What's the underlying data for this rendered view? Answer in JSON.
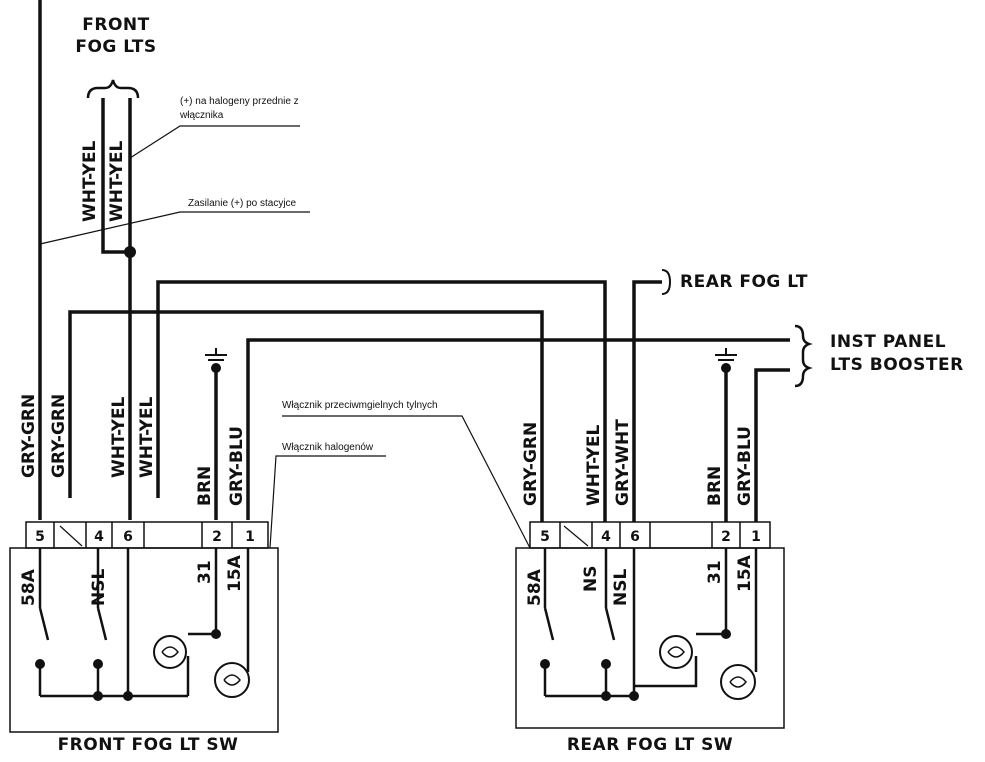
{
  "labels": {
    "front_fog_line1": "FRONT",
    "front_fog_line2": "FOG LTS",
    "rear_fog_lt": "REAR FOG LT",
    "inst_panel_line1": "INST PANEL",
    "inst_panel_line2": "LTS BOOSTER",
    "front_sw": "FRONT FOG LT SW",
    "rear_sw": "REAR FOG LT SW"
  },
  "annotations": {
    "plus_halogen_line1": "(+) na halogeny przednie z",
    "plus_halogen_line2": "włącznika",
    "zasilanie": "Zasilanie (+) po stacyjce",
    "wlacznik_tylnych": "Włącznik przeciwmgielnych tylnych",
    "wlacznik_halogenow": "Włącznik halogenów"
  },
  "wires": {
    "front_top_1": "WHT-YEL",
    "front_top_2": "WHT-YEL",
    "front": [
      "GRY-GRN",
      "GRY-GRN",
      "WHT-YEL",
      "WHT-YEL",
      "BRN",
      "GRY-BLU"
    ],
    "rear": [
      "GRY-GRN",
      "WHT-YEL",
      "GRY-WHT",
      "BRN",
      "GRY-BLU"
    ]
  },
  "pins": {
    "front": [
      "5",
      "4",
      "6",
      "2",
      "1"
    ],
    "rear": [
      "5",
      "4",
      "6",
      "2",
      "1"
    ]
  },
  "terminals": {
    "front": [
      "58A",
      "NSL",
      "31",
      "15A"
    ],
    "rear": [
      "58A",
      "NS",
      "NSL",
      "31",
      "15A"
    ]
  }
}
